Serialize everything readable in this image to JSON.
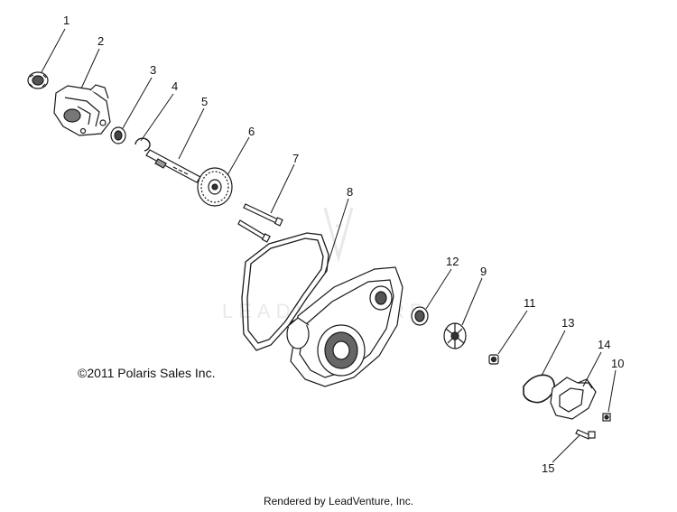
{
  "diagram": {
    "callouts": [
      {
        "id": "callout-1",
        "label": "1"
      },
      {
        "id": "callout-2",
        "label": "2"
      },
      {
        "id": "callout-3",
        "label": "3"
      },
      {
        "id": "callout-4",
        "label": "4"
      },
      {
        "id": "callout-5",
        "label": "5"
      },
      {
        "id": "callout-6",
        "label": "6"
      },
      {
        "id": "callout-7",
        "label": "7"
      },
      {
        "id": "callout-8",
        "label": "8"
      },
      {
        "id": "callout-9",
        "label": "9"
      },
      {
        "id": "callout-10",
        "label": "10"
      },
      {
        "id": "callout-11",
        "label": "11"
      },
      {
        "id": "callout-12",
        "label": "12"
      },
      {
        "id": "callout-13",
        "label": "13"
      },
      {
        "id": "callout-14",
        "label": "14"
      },
      {
        "id": "callout-15",
        "label": "15"
      }
    ],
    "copyright": "©2011 Polaris Sales Inc.",
    "footer": "Rendered by LeadVenture, Inc.",
    "watermark": "LEADVENTURE"
  },
  "colors": {
    "line": "#1a1a1a",
    "watermark": "#d9d9d9"
  }
}
